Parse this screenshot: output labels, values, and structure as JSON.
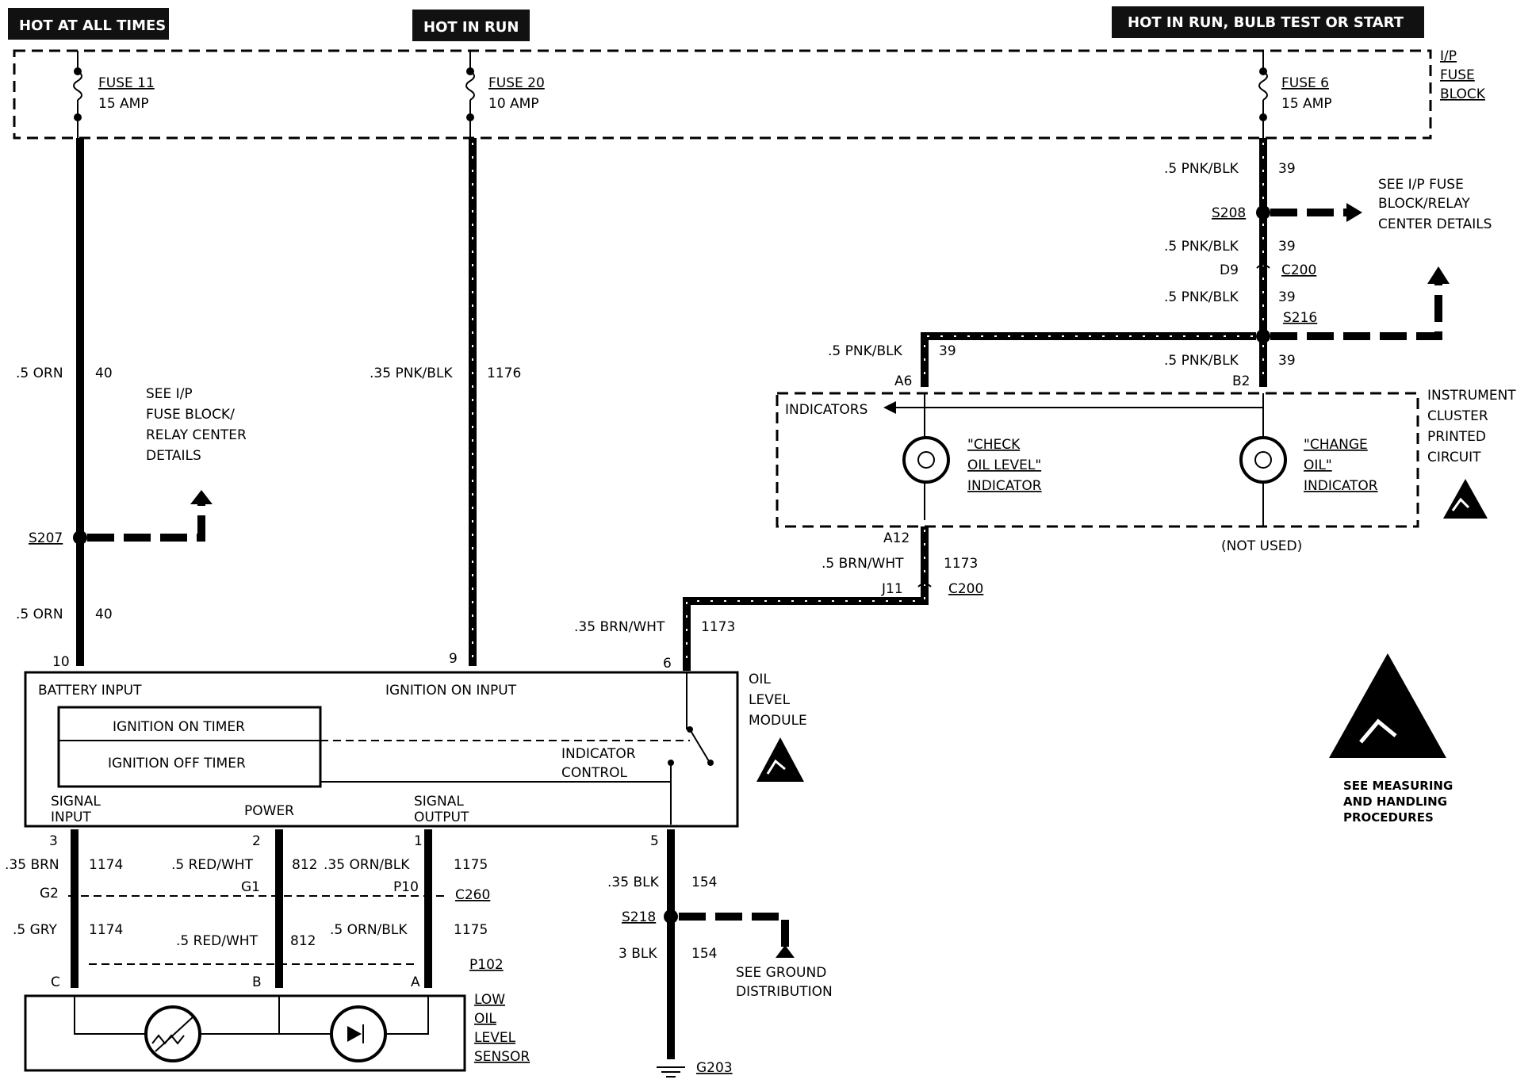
{
  "headers": {
    "hot_at_all_times": "HOT AT ALL TIMES",
    "hot_in_run": "HOT IN RUN",
    "hot_in_run_bulb": "HOT IN RUN, BULB TEST OR START"
  },
  "fuse_block": {
    "label_1": "I/P",
    "label_2": "FUSE",
    "label_3": "BLOCK"
  },
  "fuses": {
    "f11_name": "FUSE 11",
    "f11_rating": "15 AMP",
    "f20_name": "FUSE 20",
    "f20_rating": "10 AMP",
    "f6_name": "FUSE 6",
    "f6_rating": "15 AMP"
  },
  "wires": {
    "orn_top": ".5 ORN",
    "orn_top_num": "40",
    "orn_bot": ".5 ORN",
    "orn_bot_num": "40",
    "pnkblk_mid": ".35 PNK/BLK",
    "pnkblk_mid_num": "1176",
    "r1": ".5 PNK/BLK",
    "r1_num": "39",
    "r2": ".5 PNK/BLK",
    "r2_num": "39",
    "r3": ".5 PNK/BLK",
    "r3_num": "39",
    "r4": ".5 PNK/BLK",
    "r4_num": "39",
    "l4": ".5 PNK/BLK",
    "l4_num": "39",
    "brnwht_a": ".5 BRN/WHT",
    "brnwht_a_num": "1173",
    "brnwht_b": ".35 BRN/WHT",
    "brnwht_b_num": "1173",
    "brn": ".35 BRN",
    "brn_num": "1174",
    "redwht_a": ".5 RED/WHT",
    "redwht_a_num": "812",
    "ornblk_a": ".35 ORN/BLK",
    "ornblk_a_num": "1175",
    "gry": ".5 GRY",
    "gry_num": "1174",
    "redwht_b": ".5 RED/WHT",
    "redwht_b_num": "812",
    "ornblk_b": ".5 ORN/BLK",
    "ornblk_b_num": "1175",
    "blk_a": ".35 BLK",
    "blk_a_num": "154",
    "blk_b": "3 BLK",
    "blk_b_num": "154"
  },
  "splices": {
    "s207": "S207",
    "s208": "S208",
    "s216": "S216",
    "s218": "S218"
  },
  "connectors": {
    "d9": "D9",
    "c200_top": "C200",
    "a6": "A6",
    "b2": "B2",
    "a12": "A12",
    "j11": "J11",
    "c200_bot": "C200",
    "g2": "G2",
    "g1": "G1",
    "p10": "P10",
    "c260": "C260",
    "p102": "P102",
    "c_pin": "C",
    "b_pin": "B",
    "a_pin": "A",
    "pin10": "10",
    "pin9": "9",
    "pin6": "6",
    "pin3": "3",
    "pin2": "2",
    "pin1": "1",
    "pin5": "5"
  },
  "notes": {
    "see_ip_left_1": "SEE I/P",
    "see_ip_left_2": "FUSE BLOCK/",
    "see_ip_left_3": "RELAY CENTER",
    "see_ip_left_4": "DETAILS",
    "see_ip_right_1": "SEE I/P FUSE",
    "see_ip_right_2": "BLOCK/RELAY",
    "see_ip_right_3": "CENTER DETAILS",
    "ground_1": "SEE GROUND",
    "ground_2": "DISTRIBUTION",
    "esd_1": "SEE MEASURING",
    "esd_2": "AND HANDLING",
    "esd_3": "PROCEDURES",
    "ground_ref": "G203"
  },
  "cluster": {
    "title_1": "INSTRUMENT",
    "title_2": "CLUSTER",
    "title_3": "PRINTED",
    "title_4": "CIRCUIT",
    "indicators": "INDICATORS",
    "check_1": "\"CHECK",
    "check_2": "OIL LEVEL\"",
    "check_3": "INDICATOR",
    "change_1": "\"CHANGE",
    "change_2": "OIL\"",
    "change_3": "INDICATOR",
    "not_used": "(NOT USED)"
  },
  "module": {
    "title_1": "OIL",
    "title_2": "LEVEL",
    "title_3": "MODULE",
    "battery_input": "BATTERY INPUT",
    "ignition_on_input": "IGNITION ON INPUT",
    "ign_on_timer": "IGNITION ON TIMER",
    "ign_off_timer": "IGNITION OFF TIMER",
    "ind_ctrl_1": "INDICATOR",
    "ind_ctrl_2": "CONTROL",
    "signal_input_1": "SIGNAL",
    "signal_input_2": "INPUT",
    "power": "POWER",
    "signal_output_1": "SIGNAL",
    "signal_output_2": "OUTPUT"
  },
  "sensor": {
    "title_1": "LOW",
    "title_2": "OIL",
    "title_3": "LEVEL",
    "title_4": "SENSOR"
  }
}
